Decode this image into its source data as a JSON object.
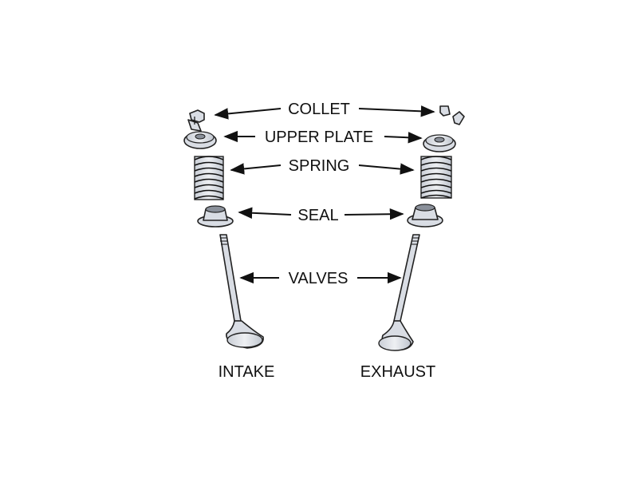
{
  "labels": {
    "collet": "COLLET",
    "upper_plate": "UPPER PLATE",
    "spring": "SPRING",
    "seal": "SEAL",
    "valves": "VALVES",
    "intake": "INTAKE",
    "exhaust": "EXHAUST"
  },
  "colors": {
    "part_fill": "#d9dde4",
    "outline": "#222222",
    "text": "#111111"
  }
}
